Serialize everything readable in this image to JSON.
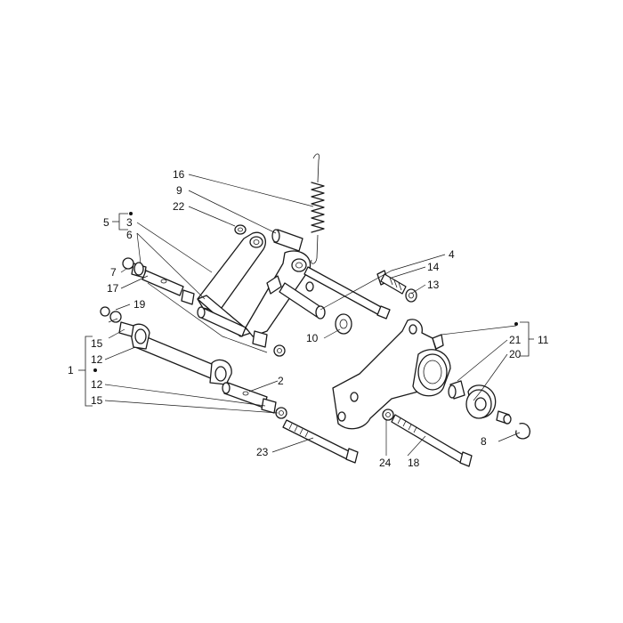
{
  "callouts": {
    "c1": "1",
    "c2": "2",
    "c3": "3",
    "c4": "4",
    "c5": "5",
    "c6": "6",
    "c7": "7",
    "c8": "8",
    "c9": "9",
    "c10": "10",
    "c11": "11",
    "c12a": "12",
    "c12b": "12",
    "c13": "13",
    "c14": "14",
    "c15a": "15",
    "c15b": "15",
    "c16": "16",
    "c17": "17",
    "c18": "18",
    "c19": "19",
    "c20": "20",
    "c21": "21",
    "c22": "22",
    "c23": "23",
    "c24": "24"
  },
  "colors": {
    "line": "#1a1a1a",
    "background": "#ffffff"
  }
}
